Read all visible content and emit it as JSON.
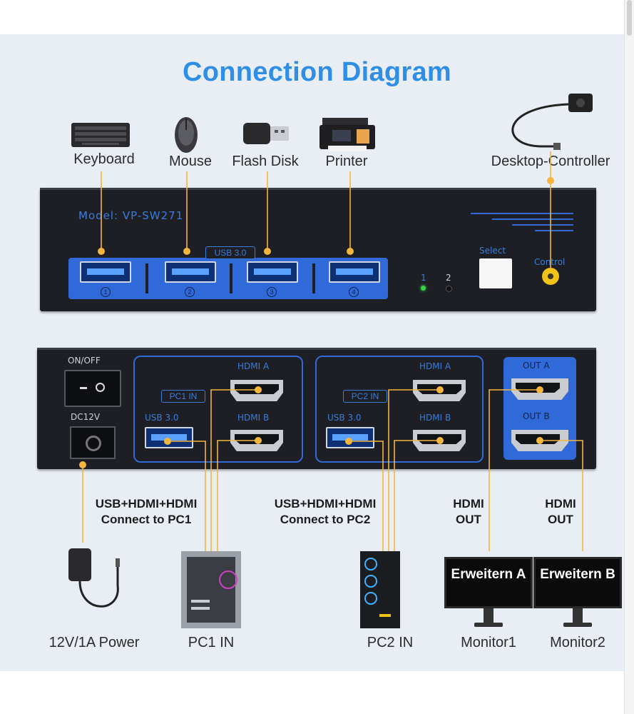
{
  "title": "Connection Diagram",
  "devices_top": {
    "keyboard": "Keyboard",
    "mouse": "Mouse",
    "flash_disk": "Flash Disk",
    "printer": "Printer",
    "desktop_controller": "Desktop-Controller"
  },
  "front_panel": {
    "model": "Model: VP-SW271",
    "usb_tag": "USB 3.0",
    "port_numbers": [
      "1",
      "2",
      "3",
      "4"
    ],
    "select": "Select",
    "control": "Control",
    "led_1": "1",
    "led_2": "2"
  },
  "rear_panel": {
    "on_off": "ON/OFF",
    "dc12v": "DC12V",
    "pc1_in": "PC1 IN",
    "pc2_in": "PC2 IN",
    "usb30_1": "USB 3.0",
    "usb30_2": "USB 3.0",
    "hdmi_a_1": "HDMI A",
    "hdmi_b_1": "HDMI B",
    "hdmi_a_2": "HDMI A",
    "hdmi_b_2": "HDMI B",
    "out_a": "OUT A",
    "out_b": "OUT B"
  },
  "connections": {
    "pc1": "USB+HDMI+HDMI\nConnect to PC1",
    "pc2": "USB+HDMI+HDMI\nConnect to PC2",
    "hdmi_out_1": "HDMI\nOUT",
    "hdmi_out_2": "HDMI\nOUT"
  },
  "devices_bottom": {
    "power": "12V/1A Power",
    "pc1": "PC1 IN",
    "pc2": "PC2 IN",
    "monitor1": "Monitor1",
    "monitor2": "Monitor2",
    "monitor1_screen": "Erweitern\nA",
    "monitor2_screen": "Erweitern\nB"
  },
  "colors": {
    "accent_blue": "#2f8ee6",
    "panel_black": "#1d1f24",
    "port_blue": "#2f6ad8",
    "wire_orange": "#f4b53f"
  }
}
